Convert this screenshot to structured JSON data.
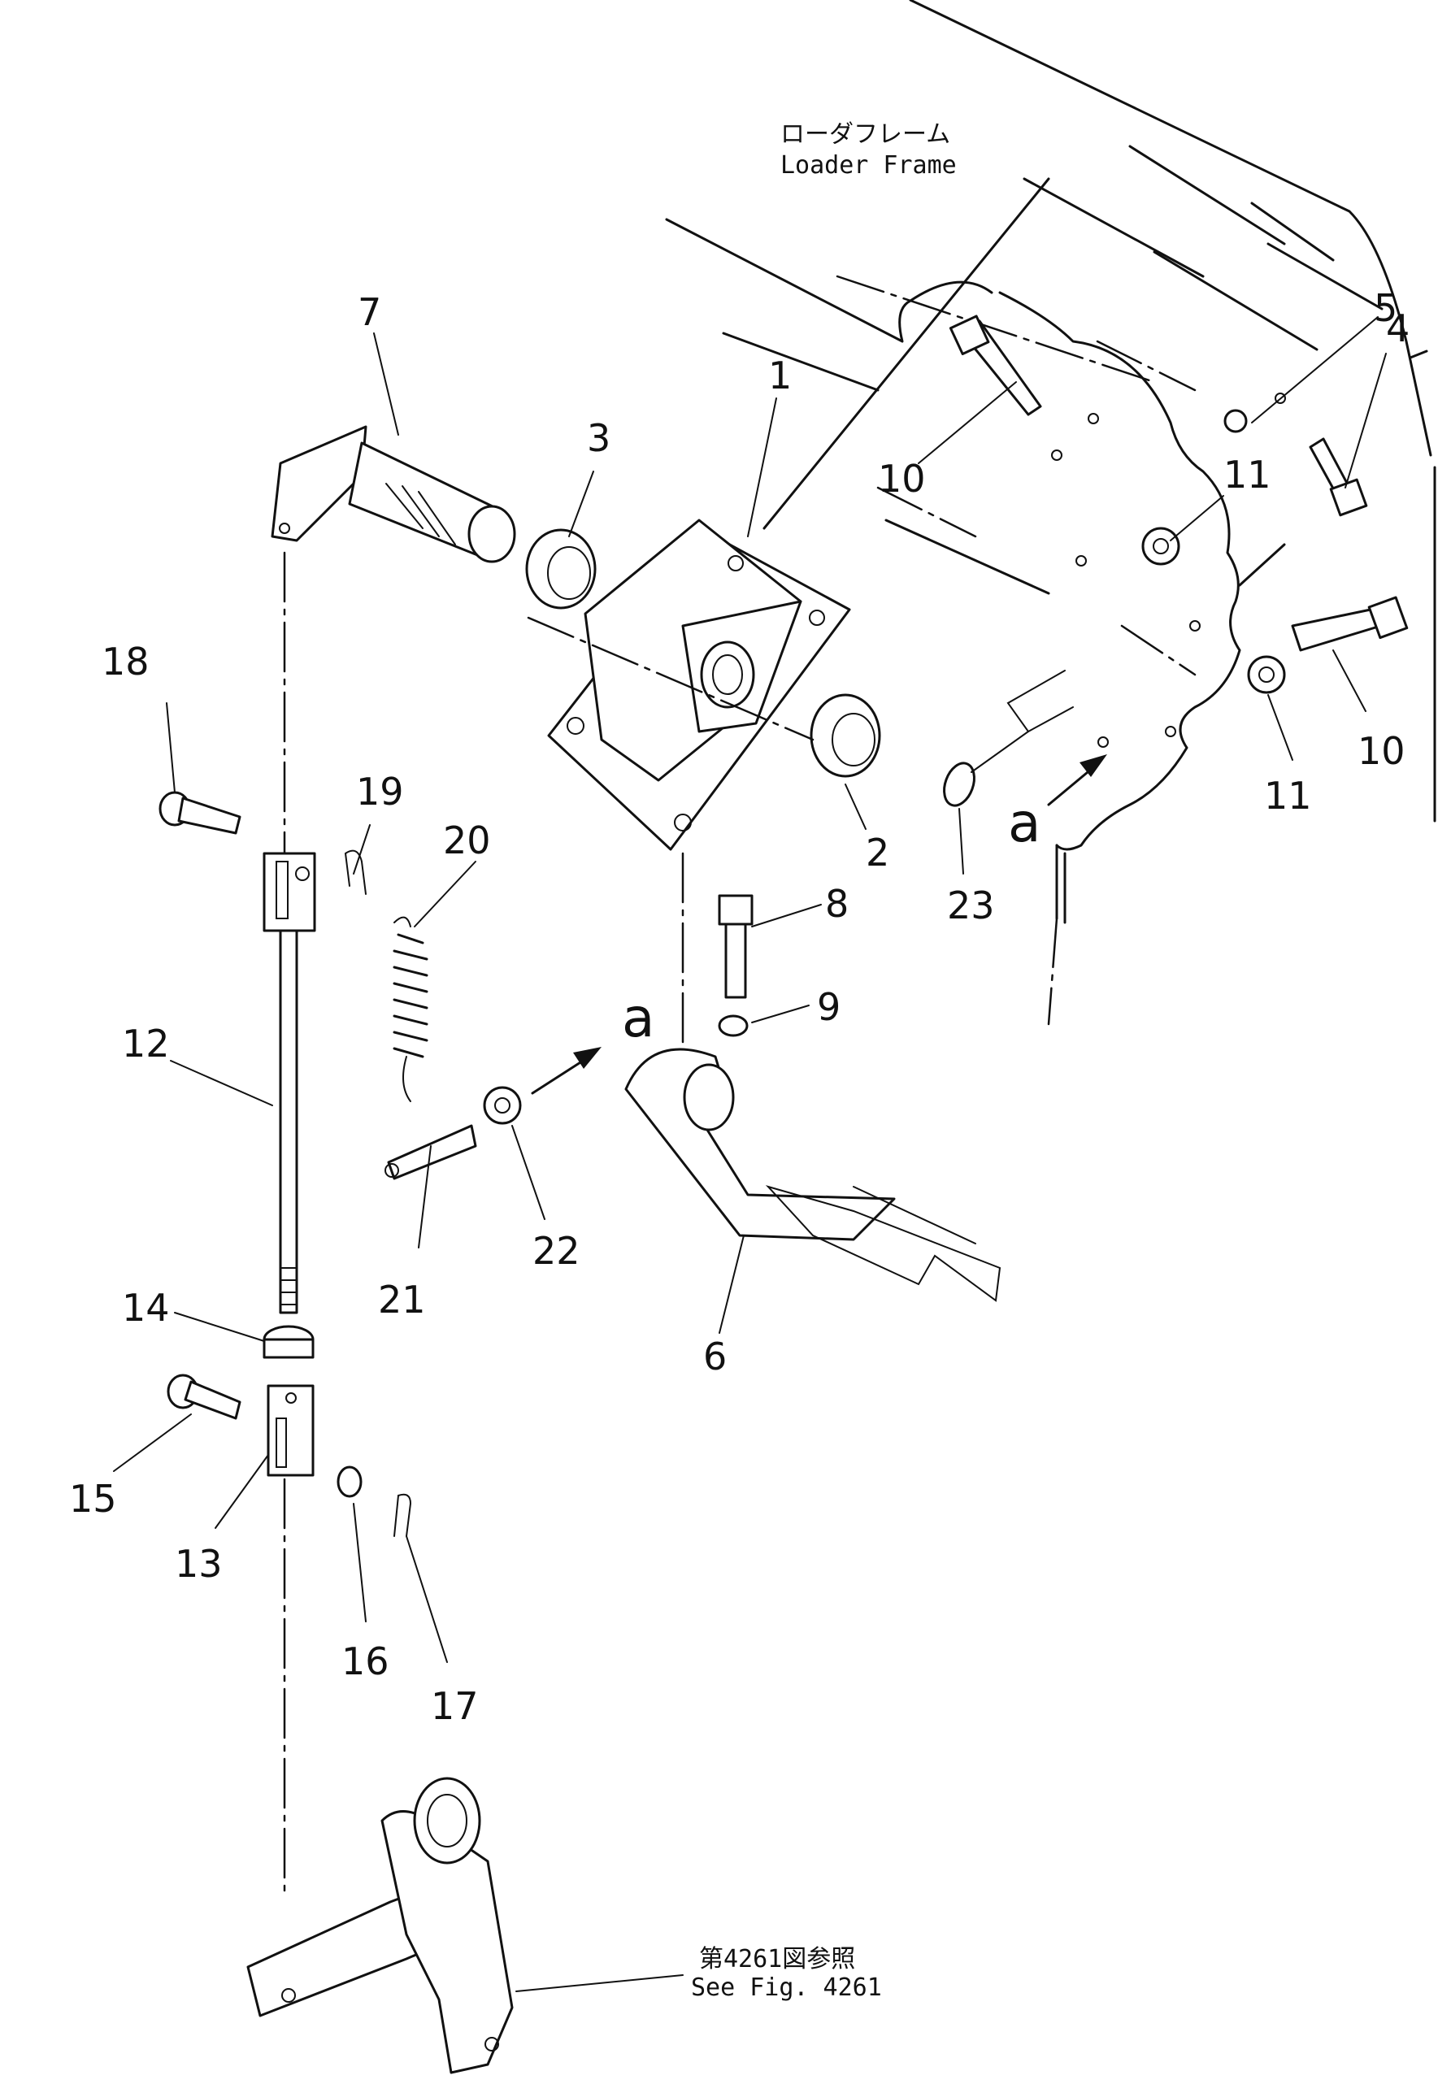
{
  "frame_label_jp": "ローダフレーム",
  "frame_label_en": "Loader Frame",
  "ref_label_jp": "第4261図参照",
  "ref_label_en": "See Fig. 4261",
  "view_marker": "a",
  "callouts": {
    "c1": "1",
    "c2": "2",
    "c3": "3",
    "c4": "4",
    "c5": "5",
    "c6": "6",
    "c7": "7",
    "c8": "8",
    "c9": "9",
    "c10a": "10",
    "c10b": "10",
    "c11a": "11",
    "c11b": "11",
    "c12": "12",
    "c13": "13",
    "c14": "14",
    "c15": "15",
    "c16": "16",
    "c17": "17",
    "c18": "18",
    "c19": "19",
    "c20": "20",
    "c21": "21",
    "c22": "22",
    "c23": "23"
  }
}
